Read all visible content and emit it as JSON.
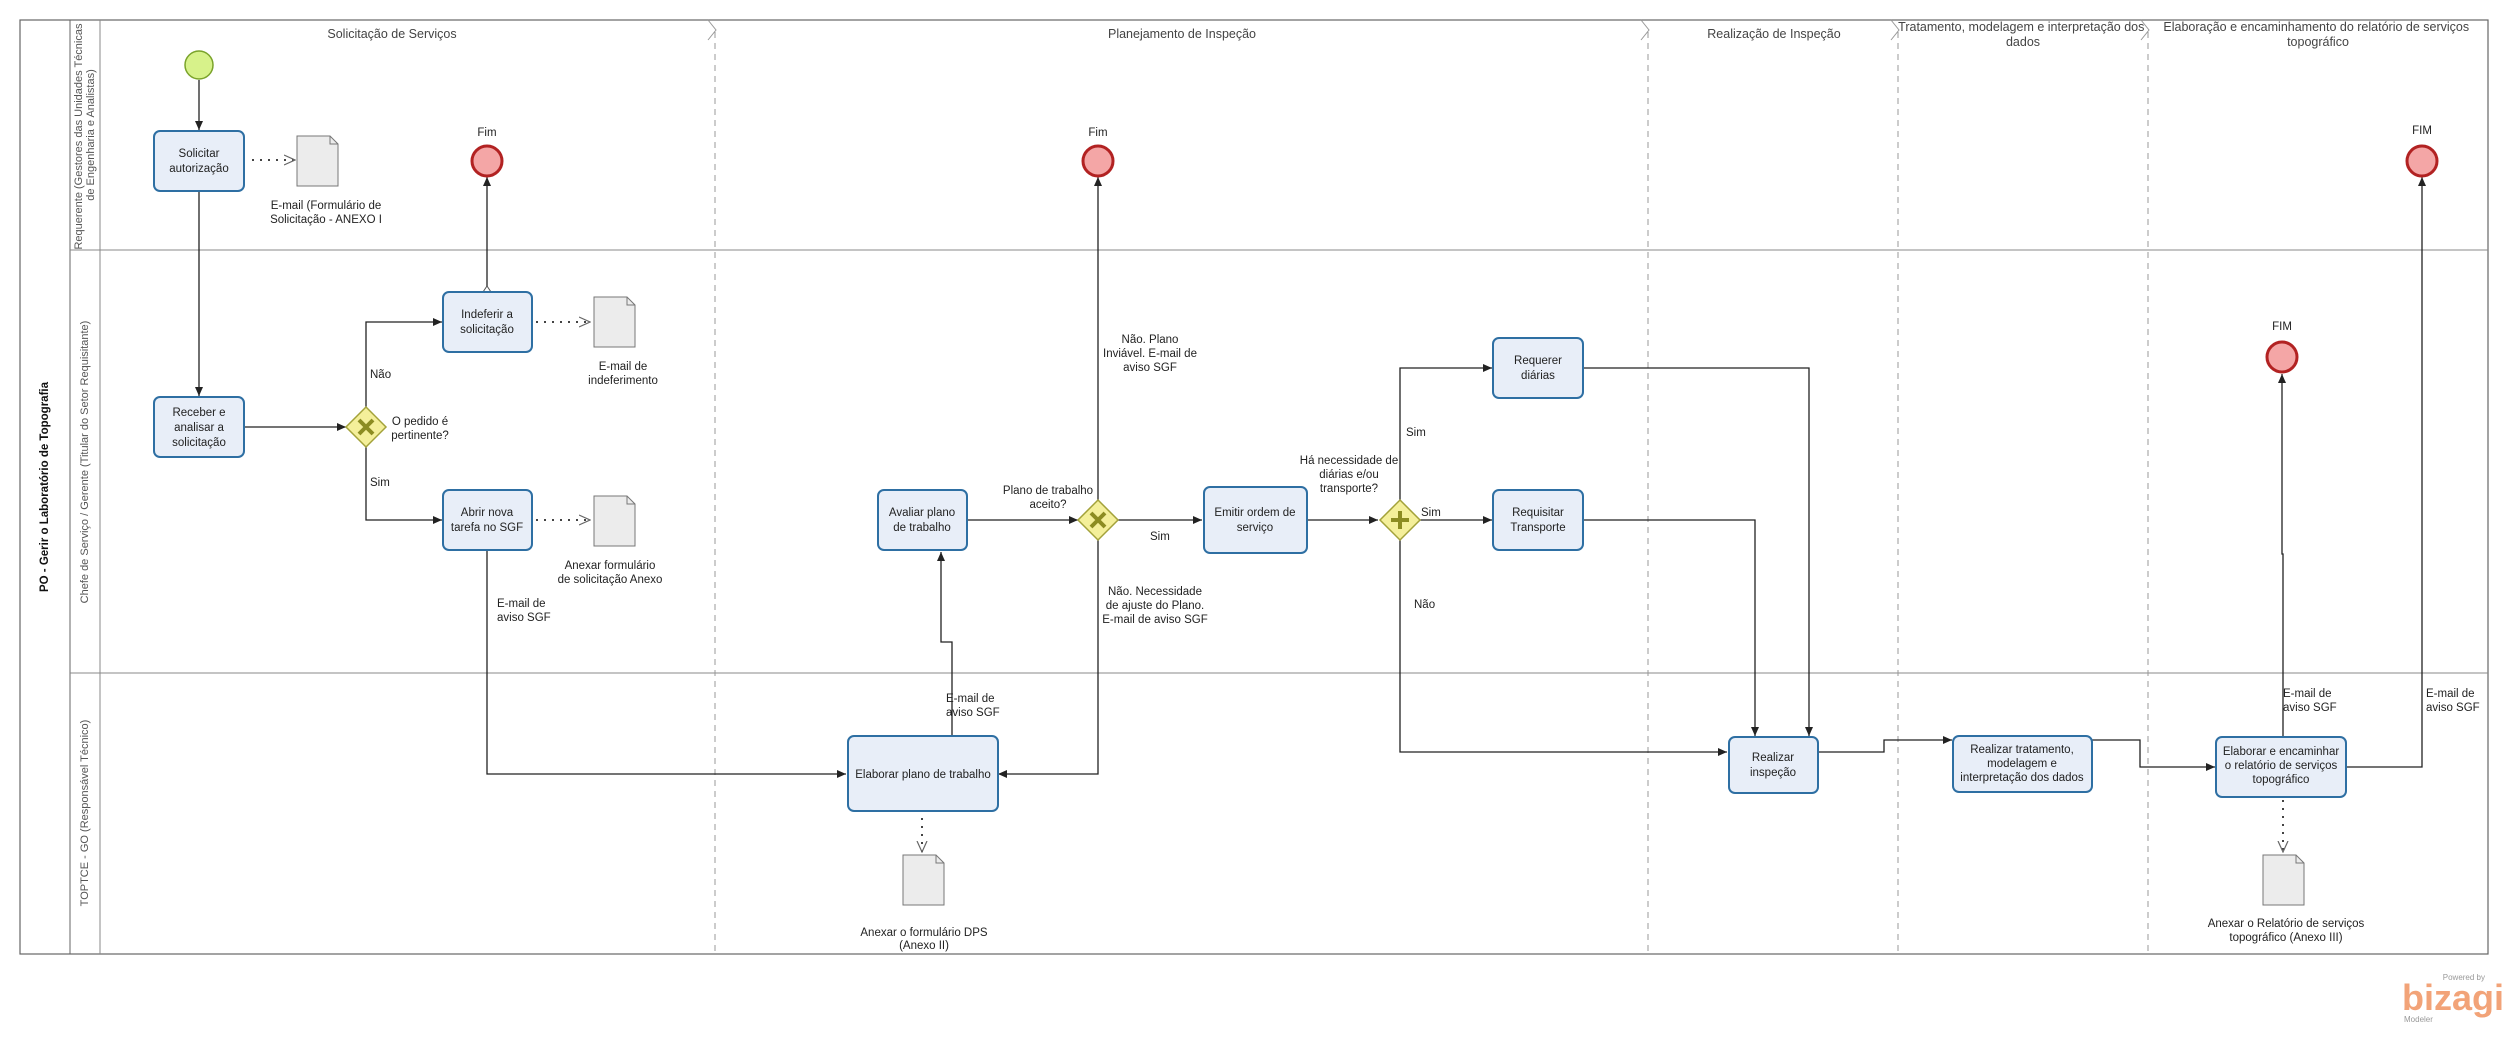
{
  "pool": {
    "title": "PO - Gerir o Laboratório de Topografia"
  },
  "lanes": [
    {
      "name": "Requerente (Gestores das Unidades Técnicas",
      "name2": "de Engenharia e Analistas)"
    },
    {
      "name": "Chefe de Serviço / Gerente (Titular do Setor Requisitante)"
    },
    {
      "name": "TOPTCE - GO (Responsável Técnico)"
    }
  ],
  "phases": [
    {
      "label": "Solicitação de Serviços"
    },
    {
      "label": "Planejamento de Inspeção"
    },
    {
      "label": "Realização de Inspeção"
    },
    {
      "label": "Tratamento, modelagem e interpretação dos",
      "label2": "dados"
    },
    {
      "label": "Elaboração e encaminhamento do relatório de serviços",
      "label2": "topográfico"
    }
  ],
  "tasks": {
    "solicitar": [
      "Solicitar",
      "autorização"
    ],
    "receber": [
      "Receber e",
      "analisar a",
      "solicitação"
    ],
    "indeferir": [
      "Indeferir a",
      "solicitação"
    ],
    "abrir": [
      "Abrir nova",
      "tarefa no SGF"
    ],
    "avaliar": [
      "Avaliar plano",
      "de trabalho"
    ],
    "elaborar_plano": [
      "Elaborar plano de trabalho"
    ],
    "emitir": [
      "Emitir ordem de",
      "serviço"
    ],
    "requerer": [
      "Requerer",
      "diárias"
    ],
    "requisitar": [
      "Requisitar",
      "Transporte"
    ],
    "realizar_insp": [
      "Realizar",
      "inspeção"
    ],
    "realizar_trat": [
      "Realizar tratamento,",
      "modelagem e",
      "interpretação dos dados"
    ],
    "elaborar_rel": [
      "Elaborar e encaminhar",
      "o relatório de serviços",
      "topográfico"
    ]
  },
  "events": {
    "fim1": "Fim",
    "fim2": "Fim",
    "fim3": "FIM",
    "fim4": "FIM"
  },
  "documents": {
    "doc1": [
      "E-mail (Formulário de",
      "Solicitação - ANEXO I"
    ],
    "doc2": [
      "E-mail de",
      "indeferimento"
    ],
    "doc3": [
      "Anexar formulário",
      "de solicitação Anexo"
    ],
    "doc4": [
      "Anexar o formulário DPS",
      "(Anexo II)"
    ],
    "doc5": [
      "Anexar o Relatório de serviços",
      "topográfico (Anexo III)"
    ]
  },
  "gateways": {
    "pertinente": [
      "O pedido é",
      "pertinente?"
    ],
    "aceito": [
      "Plano de trabalho",
      "aceito?"
    ],
    "diarias": [
      "Há necessidade de",
      "diárias e/ou",
      "transporte?"
    ]
  },
  "flow_labels": {
    "nao1": "Não",
    "sim1": "Sim",
    "sim2": "Sim",
    "sim3": "Sim",
    "sim4": "Sim",
    "nao4": "Não",
    "nao_inviavel": [
      "Não. Plano",
      "Inviável. E-mail de",
      "aviso SGF"
    ],
    "nao_ajuste": [
      "Não. Necessidade",
      "de ajuste do Plano.",
      "E-mail de aviso SGF"
    ],
    "email_sgf1": [
      "E-mail de",
      "aviso SGF"
    ],
    "email_sgf2": [
      "E-mail de",
      "aviso SGF"
    ],
    "email_sgf3": [
      "E-mail de",
      "aviso SGF"
    ],
    "email_sgf4": [
      "E-mail de",
      "aviso SGF"
    ]
  },
  "branding": {
    "powered": "Powered by",
    "name": "bizagi",
    "sub": "Modeler"
  },
  "colors": {
    "task_fill": "#e8eef8",
    "task_stroke": "#2e6fa3",
    "start_fill": "#d7f28a",
    "end_fill": "#f4a6a6",
    "end_stroke": "#b22222",
    "gateway_fill": "#f4ef9a",
    "gateway_stroke": "#a3a23a"
  }
}
